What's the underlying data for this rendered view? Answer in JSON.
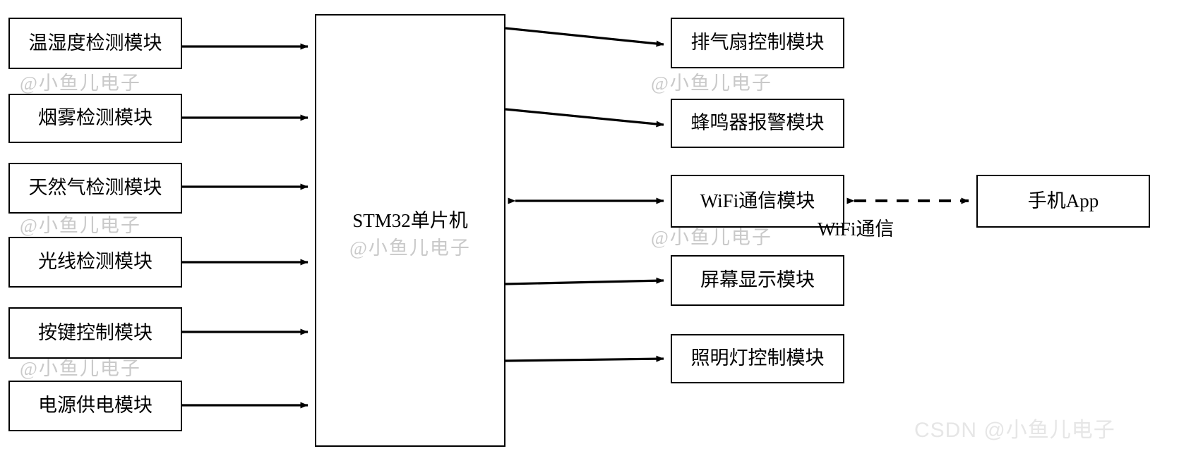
{
  "diagram": {
    "title": "STM32 Smart Kitchen System Block Diagram",
    "mcu": {
      "label": "STM32单片机",
      "watermark": "@小鱼儿电子"
    },
    "inputs": [
      {
        "label": "温湿度检测模块"
      },
      {
        "label": "烟雾检测模块"
      },
      {
        "label": "天然气检测模块"
      },
      {
        "label": "光线检测模块"
      },
      {
        "label": "按键控制模块"
      },
      {
        "label": "电源供电模块"
      }
    ],
    "outputs": [
      {
        "label": "排气扇控制模块"
      },
      {
        "label": "蜂鸣器报警模块"
      },
      {
        "label": "WiFi通信模块"
      },
      {
        "label": "屏幕显示模块"
      },
      {
        "label": "照明灯控制模块"
      }
    ],
    "peripheral": {
      "label": "手机App"
    },
    "connection_labels": {
      "wifi_link": "WiFi通信"
    },
    "watermarks": {
      "tile": "@小鱼儿电子",
      "csdn": "CSDN @小鱼儿电子"
    },
    "colors": {
      "stroke": "#000000",
      "background": "#ffffff",
      "watermark": "#c9c9c9",
      "csdn_watermark": "#e6e6e6"
    }
  }
}
